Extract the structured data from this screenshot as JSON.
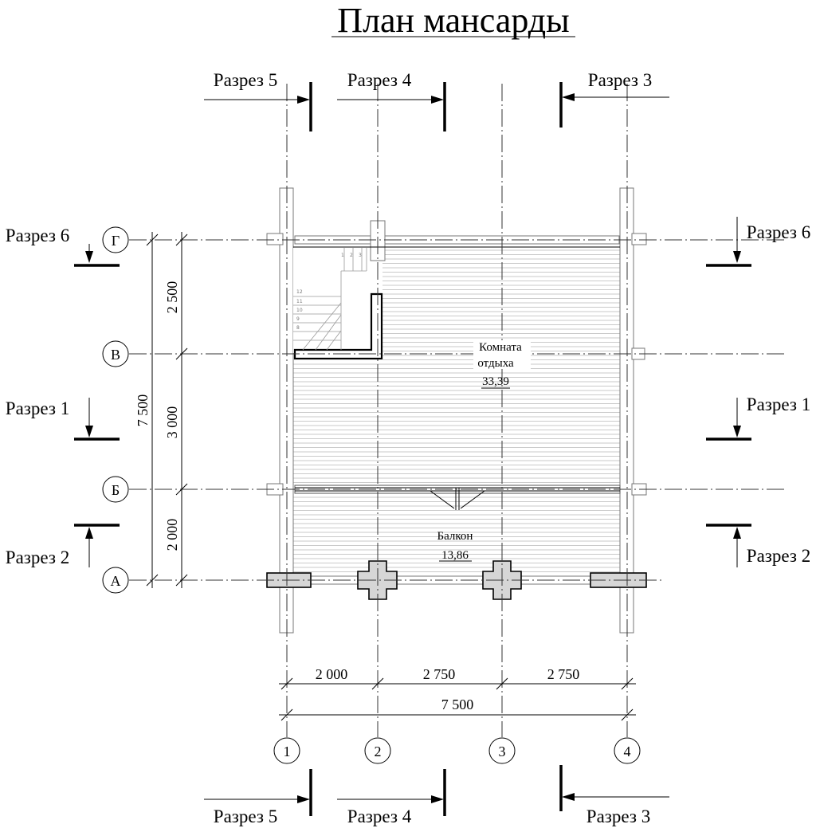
{
  "title": "План мансарды",
  "sections": {
    "s1": "Разрез 1",
    "s2": "Разрез 2",
    "s3": "Разрез 3",
    "s4": "Разрез 4",
    "s5": "Разрез 5",
    "s6": "Разрез 6"
  },
  "row_axes": [
    "Г",
    "В",
    "Б",
    "А"
  ],
  "col_axes": [
    "1",
    "2",
    "3",
    "4"
  ],
  "dims": {
    "vertical_total": "7 500",
    "vertical_parts": [
      "2 500",
      "3 000",
      "2 000"
    ],
    "horizontal_parts": [
      "2 000",
      "2 750",
      "2 750"
    ],
    "horizontal_total": "7 500"
  },
  "rooms": [
    {
      "name_line1": "Комната",
      "name_line2": "отдыха",
      "area": "33,39"
    },
    {
      "name_line1": "Балкон",
      "name_line2": "",
      "area": "13,86"
    }
  ],
  "stair_steps": [
    "1",
    "2",
    "3",
    "8",
    "9",
    "10",
    "11",
    "12"
  ],
  "colors": {
    "line": "#000000",
    "hatch": "#b9b9b9",
    "post_fill": "#d6d6d6"
  }
}
